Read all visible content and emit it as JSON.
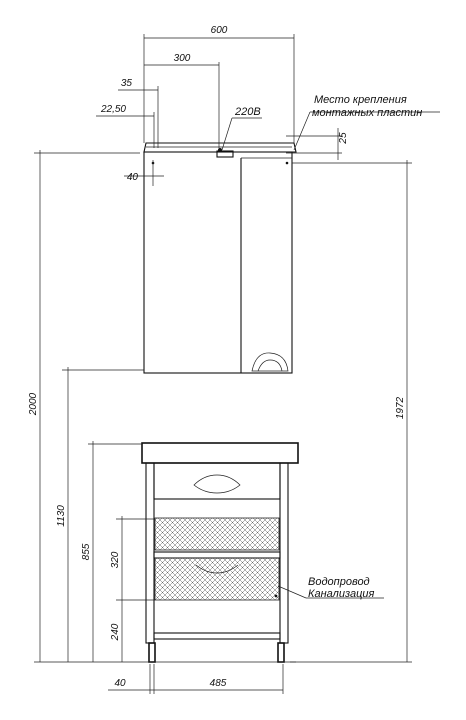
{
  "dimensions": {
    "width_total": "600",
    "half_width": "300",
    "offset_35": "35",
    "offset_22_50": "22,50",
    "offset_40_top": "40",
    "offset_25": "25",
    "height_total": "2000",
    "height_mount": "1972",
    "height_1130": "1130",
    "height_855": "855",
    "height_320": "320",
    "height_240": "240",
    "bottom_40": "40",
    "bottom_485": "485"
  },
  "labels": {
    "power": "220В",
    "mount_line1": "Место крепления",
    "mount_line2": "монтажных пластин",
    "water_line1": "Водопровод",
    "water_line2": "Канализация"
  }
}
